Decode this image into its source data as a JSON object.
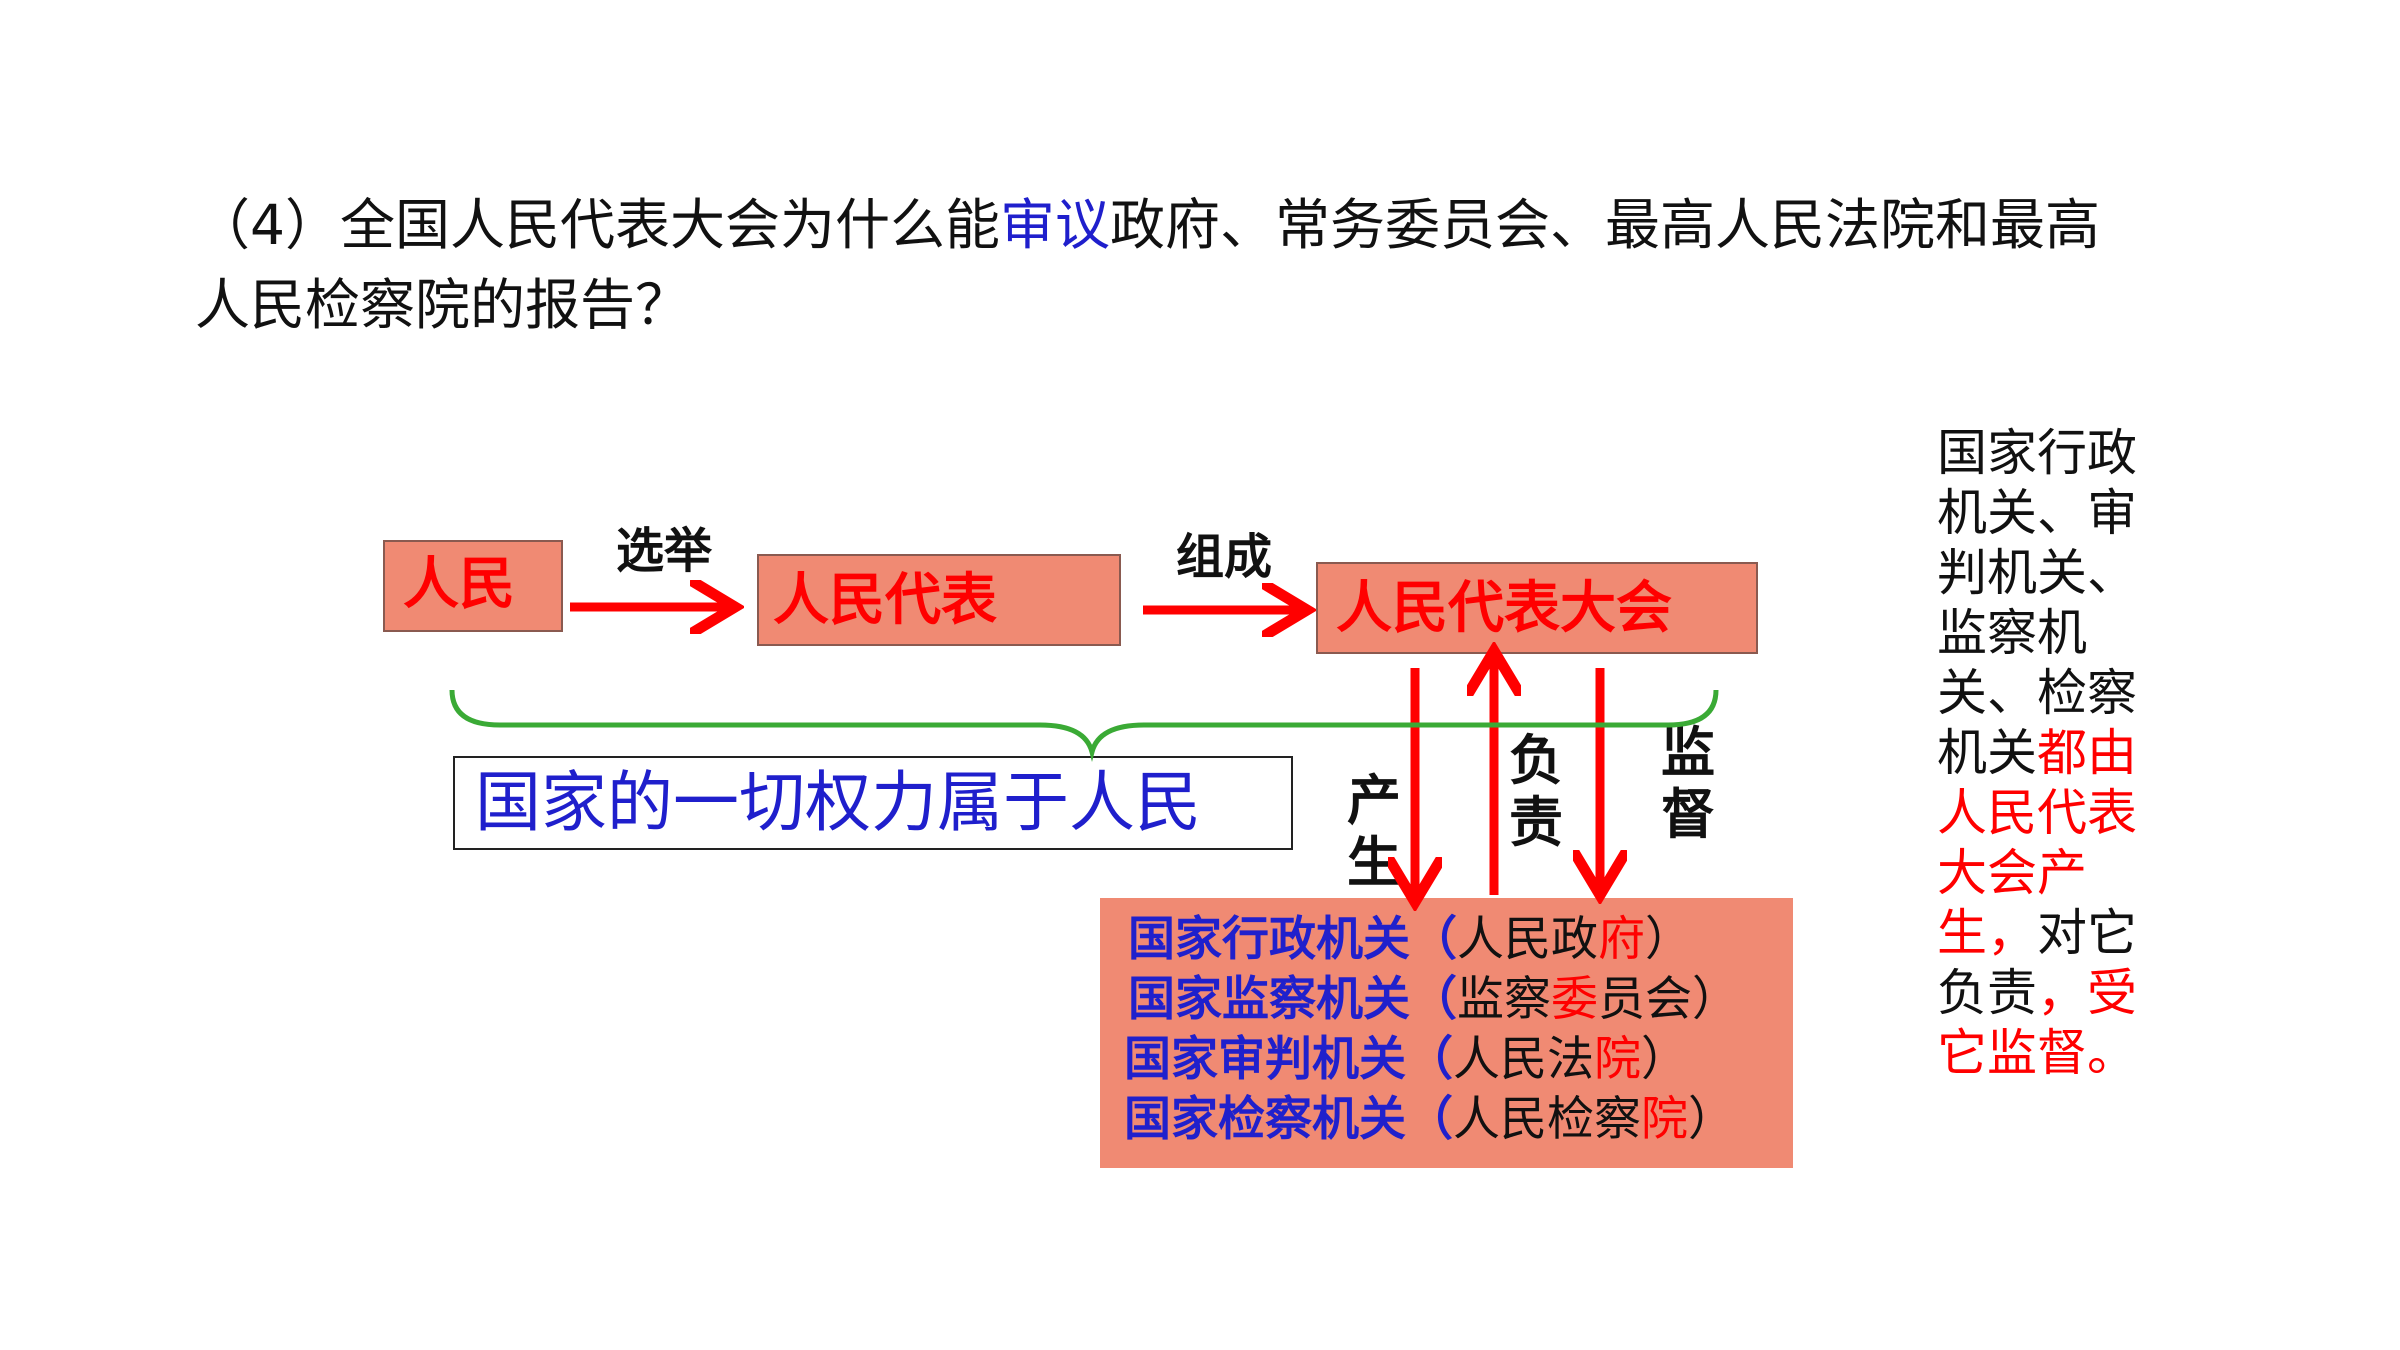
{
  "question": {
    "prefix": "（4）全国人民代表大会为什么能",
    "highlight": "审议",
    "suffix": "政府、常务委员会、最高人民法院和最高人民检察院的报告？"
  },
  "flow": {
    "people": "人民",
    "elect": "选举",
    "deputies": "人民代表",
    "compose": "组成",
    "congress": "人民代表大会"
  },
  "relations": {
    "produce": "产生",
    "responsible": "负责",
    "supervise": "监督"
  },
  "power_statement": "国家的一切权力属于人民",
  "organs": [
    {
      "name": "国家行政机关",
      "open": "（",
      "sub": "人民政",
      "sub_red": "府",
      "close": "）"
    },
    {
      "name": "国家监察机关",
      "open": "（",
      "sub": "监察",
      "sub_red": "委",
      "sub_after": "员会",
      "close": "）"
    },
    {
      "name": "国家审判机关",
      "open": "（",
      "sub": "人民法",
      "sub_red": "院",
      "close": "）"
    },
    {
      "name": "国家检察机关",
      "open": "（",
      "sub": "人民检察",
      "sub_red": "院",
      "close": "）"
    }
  ],
  "side_note": {
    "black1": "国家行政机关、审判机关、监察机关、检察机关",
    "red1": "都由人民代表大会产生，",
    "black2": "对它负责",
    "red2": "，受它监督。"
  },
  "colors": {
    "box_fill": "#f08a73",
    "arrow_red": "#ff0000",
    "blue_text": "#1f1fcc",
    "brace_green": "#3aaa35"
  }
}
